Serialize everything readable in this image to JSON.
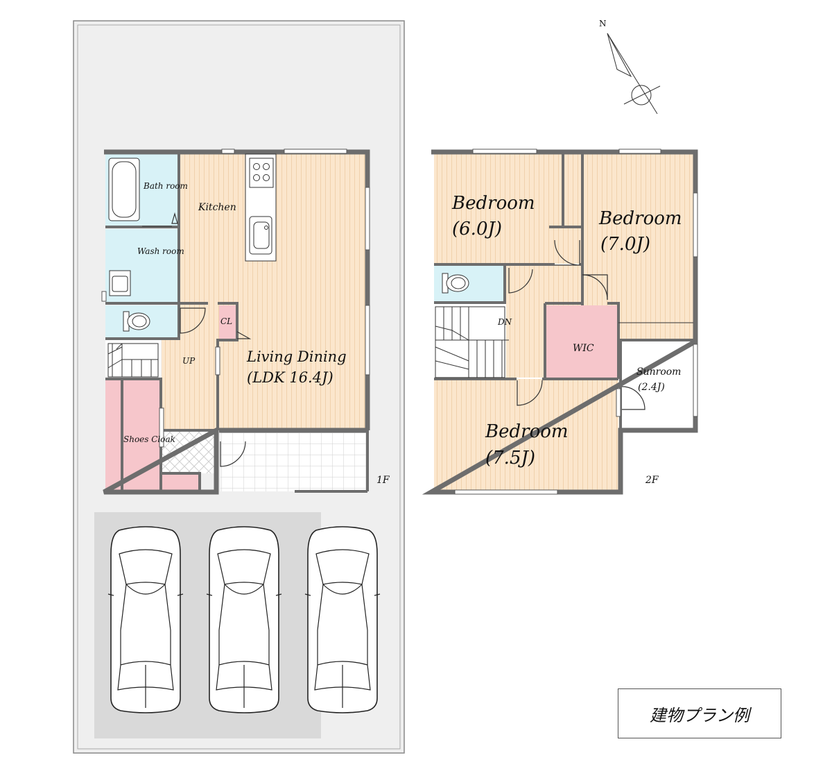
{
  "floor1": {
    "floor_label": "1F",
    "rooms": {
      "bath": "Bath room",
      "wash": "Wash room",
      "kitchen": "Kitchen",
      "closet": "CL",
      "stairs": "UP",
      "living_name": "Living Dining",
      "living_size": "(LDK 16.4J)",
      "shoes": "Shoes Cloak"
    }
  },
  "floor2": {
    "floor_label": "2F",
    "rooms": {
      "bedroom1_name": "Bedroom",
      "bedroom1_size": "(6.0J)",
      "bedroom2_name": "Bedroom",
      "bedroom2_size": "(7.0J)",
      "bedroom3_name": "Bedroom",
      "bedroom3_size": "(7.5J)",
      "stairs": "DN",
      "wic": "WIC",
      "sunroom_name": "Sunroom",
      "sunroom_size": "(2.4J)"
    }
  },
  "compass": {
    "north": "N"
  },
  "legend": {
    "text": "建物プラン例"
  },
  "colors": {
    "wood": "#fbe6cc",
    "bath_blue": "#d8f2f7",
    "storage_pink": "#f6c6cb",
    "parking_gray": "#d9d9d9",
    "wall_gray": "#6d6d6d",
    "lot_gray": "#efefef"
  }
}
